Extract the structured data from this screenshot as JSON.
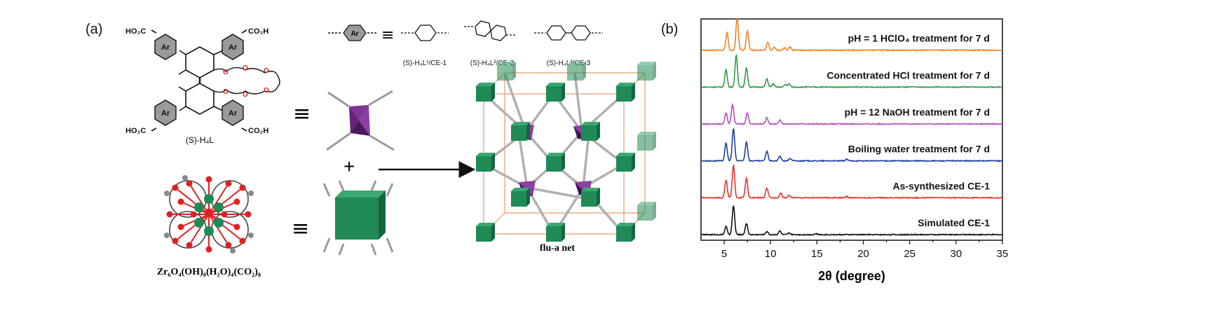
{
  "panels": {
    "a": {
      "label": "(a)",
      "ligand": {
        "cooh_tl": "HO₂C",
        "cooh_tr": "CO₂H",
        "cooh_bl": "HO₂C",
        "cooh_br": "CO₂H",
        "ar": "Ar",
        "o": "O",
        "name": "(S)-H₄L"
      },
      "ar_definition": {
        "ar": "Ar",
        "equiv": "≡",
        "items": [
          "(S)-H₄L¹/CE-1",
          "(S)-H₄L²/CE-2",
          "(S)-H₄L³/CE-3"
        ]
      },
      "equiv_symbol": "≡",
      "plus": "+",
      "cluster_formula": "Zr₆O₄(OH)₈(H₂O)₄(CO₂)₈",
      "net_label": "flu-a net",
      "colors": {
        "purple": "#7b2d8e",
        "green": "#1f8a55",
        "red": "#e02020",
        "gray": "#8a8a8a"
      }
    },
    "b": {
      "label": "(b)",
      "chart_data": {
        "type": "line",
        "xlabel": "2θ  (degree)",
        "ylabel": "",
        "xlim": [
          2.5,
          35
        ],
        "xticks": [
          5,
          10,
          15,
          20,
          25,
          30,
          35
        ],
        "grid": false,
        "legend": "labels placed beside each trace",
        "series": [
          {
            "name": "pH = 1 HClO₄ treatment for 7 d",
            "color": "#f58220",
            "peaks": [
              [
                5.3,
                0.55
              ],
              [
                6.4,
                1.0
              ],
              [
                7.5,
                0.6
              ],
              [
                9.7,
                0.25
              ],
              [
                10.4,
                0.1
              ],
              [
                11.5,
                0.08
              ],
              [
                12.1,
                0.1
              ]
            ]
          },
          {
            "name": "Concentrated HCl treatment for 7 d",
            "color": "#2e9c4a",
            "peaks": [
              [
                5.2,
                0.55
              ],
              [
                6.3,
                1.0
              ],
              [
                7.4,
                0.6
              ],
              [
                9.6,
                0.25
              ],
              [
                10.3,
                0.1
              ],
              [
                11.6,
                0.08
              ],
              [
                12.0,
                0.1
              ]
            ]
          },
          {
            "name": "pH = 12 NaOH treatment for 7 d",
            "color": "#b44fc0",
            "peaks": [
              [
                5.2,
                0.35
              ],
              [
                5.9,
                0.6
              ],
              [
                7.5,
                0.35
              ],
              [
                9.6,
                0.2
              ],
              [
                11.0,
                0.12
              ]
            ]
          },
          {
            "name": "Boiling water treatment for 7 d",
            "color": "#1f3f9e",
            "peaks": [
              [
                5.2,
                0.55
              ],
              [
                6.0,
                1.0
              ],
              [
                7.4,
                0.6
              ],
              [
                9.6,
                0.3
              ],
              [
                11.0,
                0.15
              ],
              [
                12.1,
                0.08
              ],
              [
                18.2,
                0.05
              ]
            ]
          },
          {
            "name": "As-synthesized CE-1",
            "color": "#e8312a",
            "peaks": [
              [
                5.2,
                0.55
              ],
              [
                6.0,
                1.0
              ],
              [
                7.4,
                0.6
              ],
              [
                9.6,
                0.3
              ],
              [
                11.1,
                0.15
              ],
              [
                12.0,
                0.08
              ],
              [
                18.2,
                0.04
              ]
            ]
          },
          {
            "name": "Simulated CE-1",
            "color": "#111111",
            "peaks": [
              [
                5.2,
                0.25
              ],
              [
                6.0,
                0.9
              ],
              [
                7.4,
                0.35
              ],
              [
                9.6,
                0.1
              ],
              [
                11.0,
                0.12
              ],
              [
                12.0,
                0.05
              ],
              [
                14.9,
                0.03
              ]
            ]
          }
        ]
      }
    }
  }
}
